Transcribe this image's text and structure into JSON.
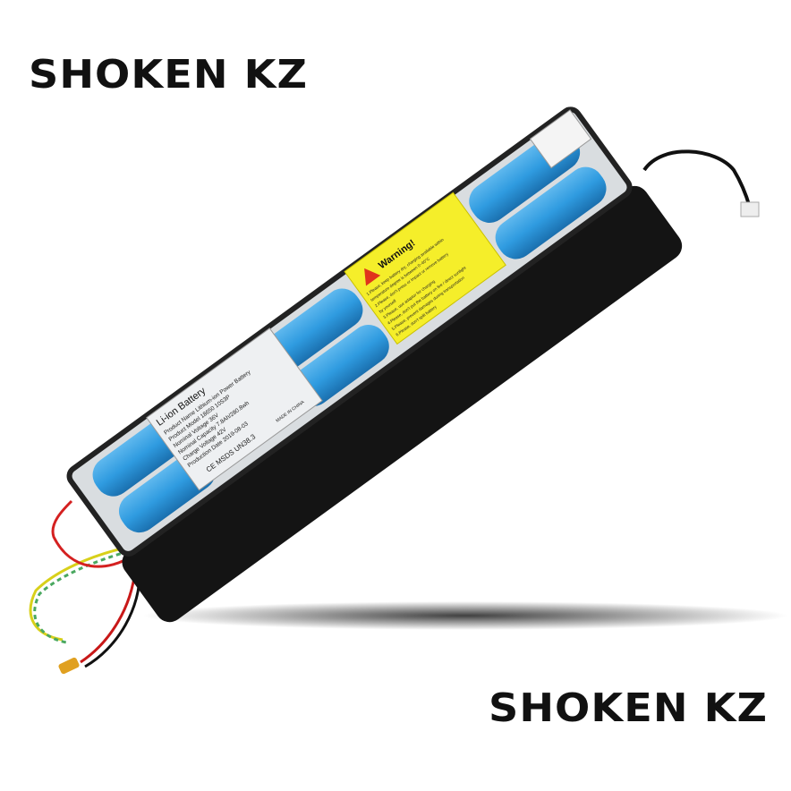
{
  "watermarks": {
    "top_left": "SHOKEN KZ",
    "bottom_right": "SHOKEN KZ"
  },
  "battery_label": {
    "title": "Li-ion Battery",
    "lines": [
      "Product Name  Lithium-ion Power Battery",
      "Product Model  18650  10S3P",
      "Nominal Voltage  36V",
      "Nominal Capacity  7.8Ah/280.8wh",
      "Charge Voltage  42V",
      "Production Date  2019-08-03"
    ],
    "marks": "CE  MSDS  UN38.3",
    "origin": "MADE IN CHINA"
  },
  "warning_label": {
    "title": "Warning!",
    "lines": [
      "1.Please, keep battery dry, charging available within",
      "temperature degree is between 0~40°C",
      "2.Please, don't press or impact or remove battery",
      "by yourself",
      "3.Please, use adaptor for charging",
      "4.Please, don't put the battery on fire / direct sunlight",
      "5.Please, prevent damages during transportation",
      "6.Please, don't split battery"
    ]
  },
  "colors": {
    "cell_blue": "#2f9be0",
    "warning_yellow": "#f5ee2a",
    "casing": "#141414"
  }
}
